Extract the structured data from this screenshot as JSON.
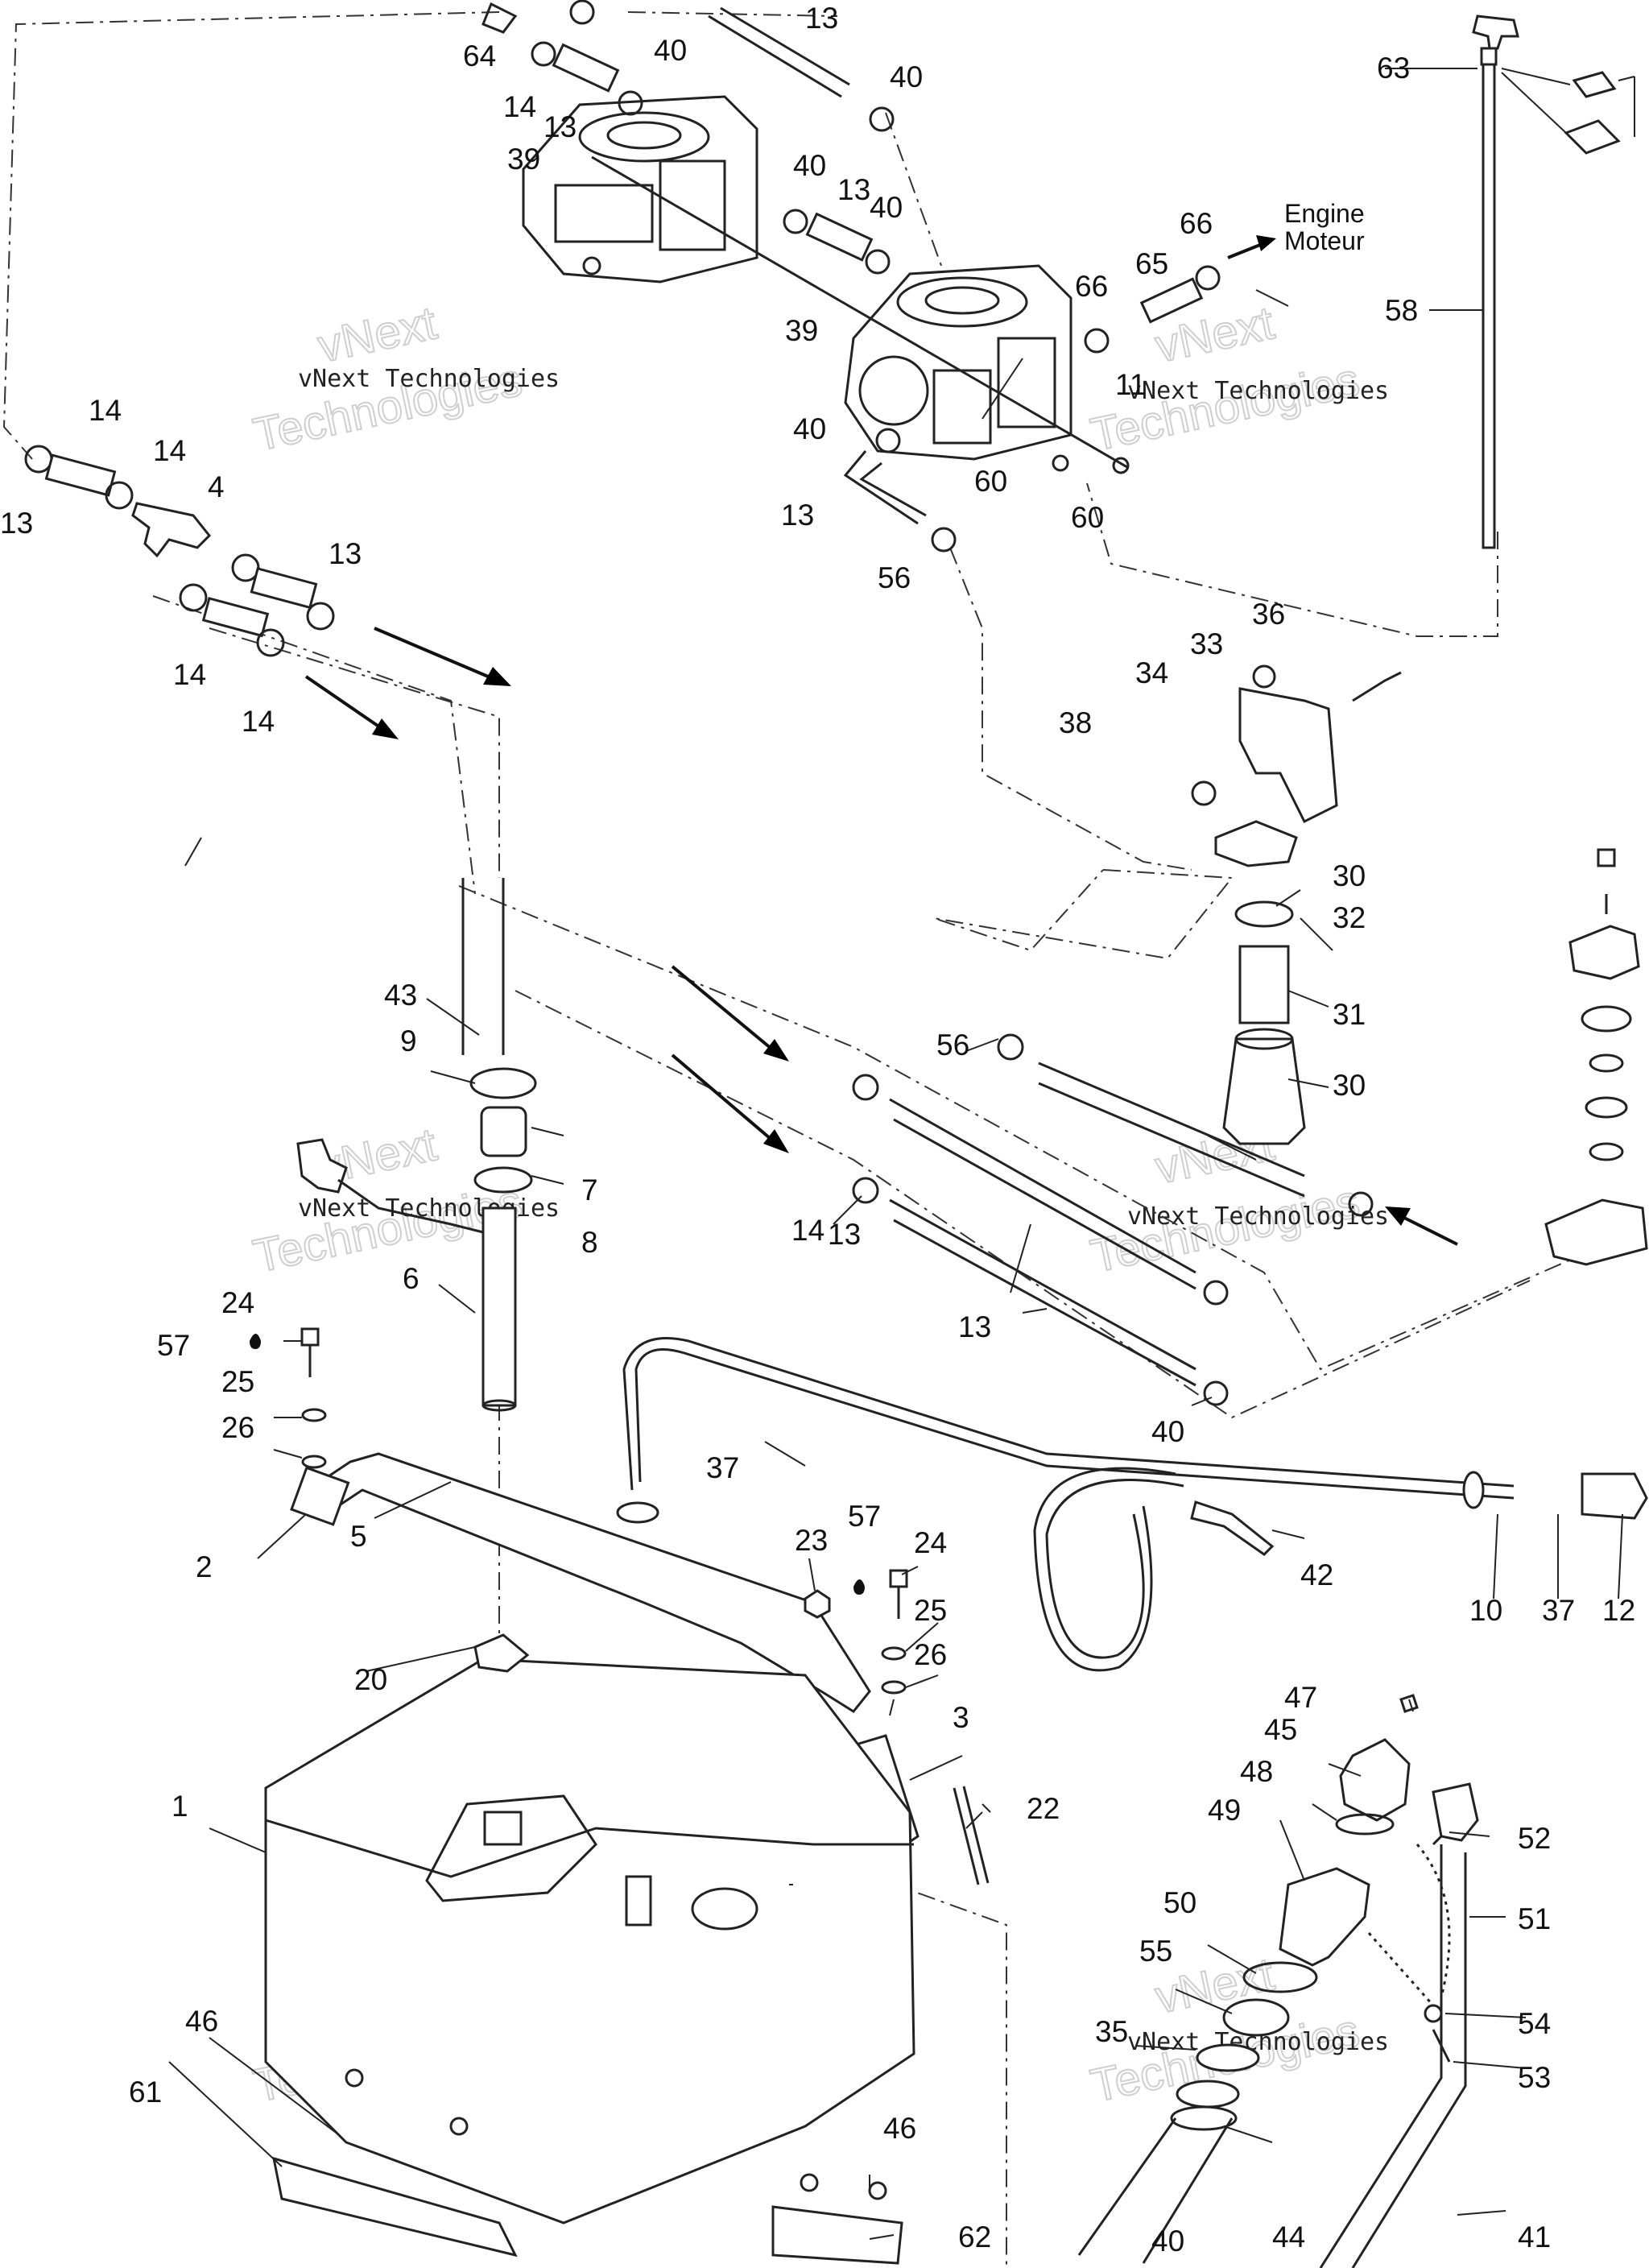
{
  "labels": [
    {
      "t": "13"
    },
    {
      "t": "64"
    },
    {
      "t": "40"
    },
    {
      "t": "14"
    },
    {
      "t": "13"
    },
    {
      "t": "40"
    },
    {
      "t": "39"
    },
    {
      "t": "40"
    },
    {
      "t": "13"
    },
    {
      "t": "40"
    },
    {
      "t": "66"
    },
    {
      "t": "65"
    },
    {
      "t": "66"
    },
    {
      "t": "39"
    },
    {
      "t": "11"
    },
    {
      "t": "40"
    },
    {
      "t": "60"
    },
    {
      "t": "13"
    },
    {
      "t": "60"
    },
    {
      "t": "56"
    },
    {
      "t": "63"
    },
    {
      "t": "58"
    },
    {
      "t": "14"
    },
    {
      "t": "14"
    },
    {
      "t": "13"
    },
    {
      "t": "4"
    },
    {
      "t": "13"
    },
    {
      "t": "14"
    },
    {
      "t": "14"
    },
    {
      "t": "36"
    },
    {
      "t": "33"
    },
    {
      "t": "34"
    },
    {
      "t": "38"
    },
    {
      "t": "30"
    },
    {
      "t": "32"
    },
    {
      "t": "31"
    },
    {
      "t": "30"
    },
    {
      "t": "56"
    },
    {
      "t": "43"
    },
    {
      "t": "9"
    },
    {
      "t": "7"
    },
    {
      "t": "8"
    },
    {
      "t": "6"
    },
    {
      "t": "13"
    },
    {
      "t": "14"
    },
    {
      "t": "13"
    },
    {
      "t": "40"
    },
    {
      "t": "24"
    },
    {
      "t": "57"
    },
    {
      "t": "25"
    },
    {
      "t": "26"
    },
    {
      "t": "37"
    },
    {
      "t": "2"
    },
    {
      "t": "5"
    },
    {
      "t": "23"
    },
    {
      "t": "57"
    },
    {
      "t": "24"
    },
    {
      "t": "25"
    },
    {
      "t": "26"
    },
    {
      "t": "42"
    },
    {
      "t": "10"
    },
    {
      "t": "37"
    },
    {
      "t": "12"
    },
    {
      "t": "20"
    },
    {
      "t": "3"
    },
    {
      "t": "22"
    },
    {
      "t": "1"
    },
    {
      "t": "47"
    },
    {
      "t": "45"
    },
    {
      "t": "48"
    },
    {
      "t": "52"
    },
    {
      "t": "49"
    },
    {
      "t": "51"
    },
    {
      "t": "50"
    },
    {
      "t": "55"
    },
    {
      "t": "54"
    },
    {
      "t": "35"
    },
    {
      "t": "53"
    },
    {
      "t": "46"
    },
    {
      "t": "61"
    },
    {
      "t": "44"
    },
    {
      "t": "41"
    },
    {
      "t": "46"
    },
    {
      "t": "62"
    },
    {
      "t": "40"
    }
  ],
  "engine_note": {
    "line1": "Engine",
    "line2": "Moteur"
  },
  "watermark": {
    "line1": "vNext",
    "line2": "vNext Technologies",
    "line3": "Technologies"
  }
}
